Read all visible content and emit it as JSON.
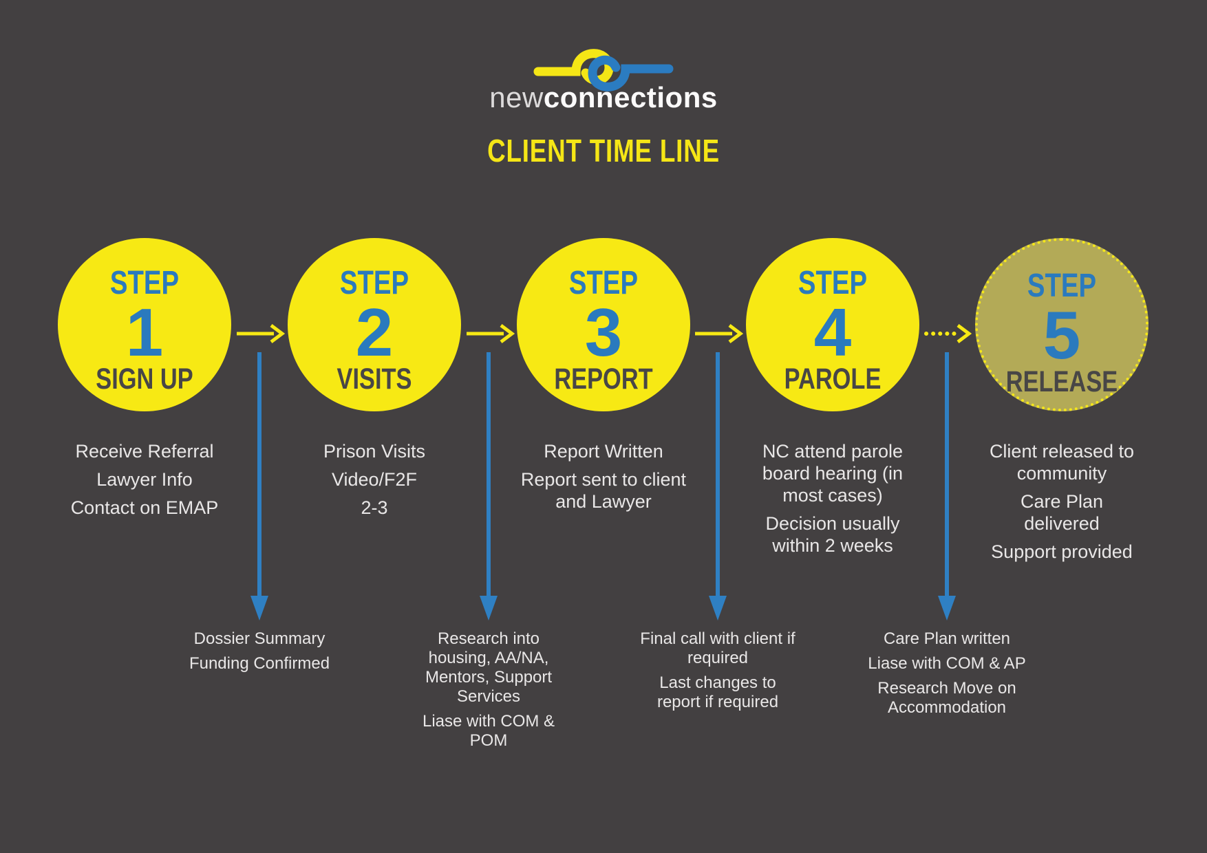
{
  "colors": {
    "background": "#434041",
    "step_yellow": "#f7e914",
    "release_olive": "#b3aa57",
    "accent_blue": "#2a7abe",
    "title_yellow": "#f5e616",
    "body_text": "#e9e7e7",
    "circle_name_text": "#484646"
  },
  "header": {
    "logo_text_light": "new",
    "logo_text_bold": "connections",
    "page_title": "CLIENT TIME LINE"
  },
  "steps": [
    {
      "label": "STEP",
      "number": "1",
      "name": "SIGN UP",
      "details": [
        "Receive Referral",
        "Lawyer Info",
        "Contact on EMAP"
      ]
    },
    {
      "label": "STEP",
      "number": "2",
      "name": "VISITS",
      "details": [
        "Prison Visits",
        "Video/F2F",
        "2-3"
      ]
    },
    {
      "label": "STEP",
      "number": "3",
      "name": "REPORT",
      "details": [
        "Report Written",
        "Report sent to client and Lawyer"
      ]
    },
    {
      "label": "STEP",
      "number": "4",
      "name": "PAROLE",
      "details": [
        "NC attend parole board hearing (in most cases)",
        "Decision usually within 2 weeks"
      ]
    },
    {
      "label": "STEP",
      "number": "5",
      "name": "RELEASE",
      "details": [
        "Client released to community",
        "Care Plan delivered",
        "Support provided"
      ]
    }
  ],
  "between_step_notes": [
    {
      "notes": [
        "Dossier Summary",
        "Funding Confirmed"
      ]
    },
    {
      "notes": [
        "Research into housing, AA/NA, Mentors, Support Services",
        "Liase with COM & POM"
      ]
    },
    {
      "notes": [
        "Final call with client if required",
        "Last changes to report if required"
      ]
    },
    {
      "notes": [
        "Care Plan written",
        "Liase with COM & AP",
        "Research Move on Accommodation"
      ]
    }
  ]
}
